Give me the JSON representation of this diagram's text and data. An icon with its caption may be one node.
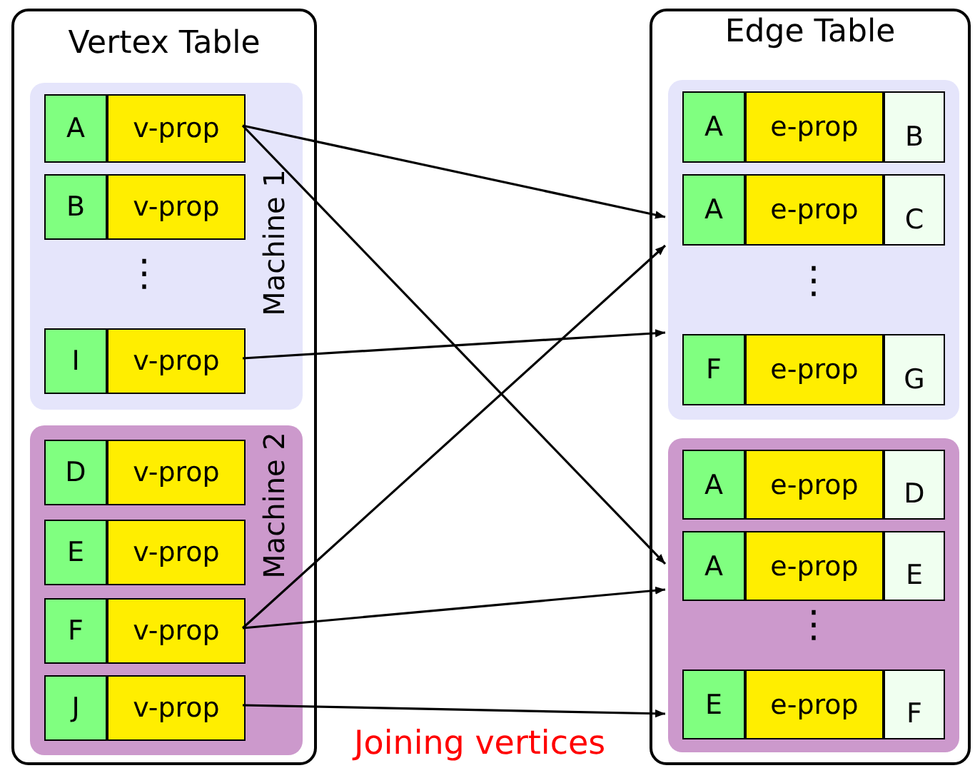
{
  "diagram": {
    "nodes": [
      {
        "text": [
          "Vertex Table"
        ]
      },
      {
        "text": [
          "Machine 1"
        ],
        "in": 0
      },
      {
        "text": [
          "A"
        ],
        "in": 1
      },
      {
        "text": [
          "v-prop"
        ],
        "in": 1
      },
      {
        "text": [
          "B"
        ],
        "in": 1
      },
      {
        "text": [
          "v-prop"
        ],
        "in": 1
      },
      {
        "text": [
          "I"
        ],
        "in": 1
      },
      {
        "text": [
          "v-prop"
        ],
        "in": 1
      },
      {
        "text": [
          "Machine 2"
        ],
        "in": 0
      },
      {
        "text": [
          "D"
        ],
        "in": 8
      },
      {
        "text": [
          "v-prop"
        ],
        "in": 8
      },
      {
        "text": [
          "E"
        ],
        "in": 8
      },
      {
        "text": [
          "v-prop"
        ],
        "in": 8
      },
      {
        "text": [
          "F"
        ],
        "in": 8
      },
      {
        "text": [
          "v-prop"
        ],
        "in": 8
      },
      {
        "text": [
          "J"
        ],
        "in": 8
      },
      {
        "text": [
          "v-prop"
        ],
        "in": 8
      },
      {
        "text": [
          "Edge Table"
        ]
      },
      {
        "text": [],
        "shape": "box",
        "in": 17
      },
      {
        "text": [
          "A"
        ],
        "in": 18
      },
      {
        "text": [
          "e-prop"
        ],
        "in": 18
      },
      {
        "text": [
          "B"
        ],
        "in": 18
      },
      {
        "text": [
          "A"
        ],
        "in": 18
      },
      {
        "text": [
          "e-prop"
        ],
        "in": 18
      },
      {
        "text": [
          "C"
        ],
        "in": 18
      },
      {
        "text": [
          "F"
        ],
        "in": 18
      },
      {
        "text": [
          "e-prop"
        ],
        "in": 18
      },
      {
        "text": [
          "G"
        ],
        "in": 18
      },
      {
        "text": [],
        "shape": "box",
        "in": 17
      },
      {
        "text": [
          "A"
        ],
        "in": 28
      },
      {
        "text": [
          "e-prop"
        ],
        "in": 28
      },
      {
        "text": [
          "D"
        ],
        "in": 28
      },
      {
        "text": [
          "A"
        ],
        "in": 28
      },
      {
        "text": [
          "e-prop"
        ],
        "in": 28
      },
      {
        "text": [
          "E"
        ],
        "in": 28
      },
      {
        "text": [
          "E"
        ],
        "in": 28
      },
      {
        "text": [
          "e-prop"
        ],
        "in": 28
      },
      {
        "text": [
          "F"
        ],
        "in": 28
      }
    ],
    "edges": [
      {
        "from": 3,
        "to": 18,
        "arrow": "to"
      },
      {
        "from": 3,
        "to": 28,
        "arrow": "to"
      },
      {
        "from": 7,
        "to": 18,
        "arrow": "to"
      },
      {
        "from": 14,
        "to": 18,
        "arrow": "to"
      },
      {
        "from": 14,
        "to": 28,
        "arrow": "to"
      },
      {
        "from": 16,
        "to": 28,
        "arrow": "to"
      }
    ],
    "labels": [
      "⋮",
      "⋮",
      "⋮",
      "Joining vertices"
    ]
  }
}
